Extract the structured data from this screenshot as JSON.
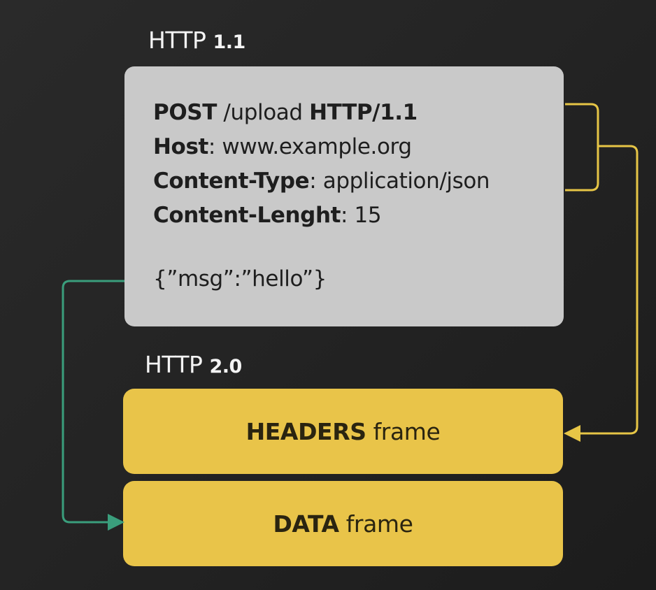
{
  "titles": {
    "http11": {
      "name": "HTTP",
      "version": "1.1"
    },
    "http20": {
      "name": "HTTP",
      "version": "2.0"
    }
  },
  "request": {
    "lines": [
      {
        "key": "POST",
        "value": " /upload ",
        "key2": "HTTP/1.1"
      },
      {
        "key": "Host",
        "value": ": www.example.org"
      },
      {
        "key": "Content-Type",
        "value": ": application/json"
      },
      {
        "key": "Content-Lenght",
        "value": ": 15"
      }
    ],
    "body": "{”msg”:”hello”}"
  },
  "frames": {
    "headers": {
      "label": "HEADERS",
      "suffix": "frame"
    },
    "data": {
      "label": "DATA",
      "suffix": "frame"
    }
  },
  "colors": {
    "background": "#262626",
    "request_box": "#c9c9c9",
    "frame": "#e9c449",
    "headers_connector": "#e6c546",
    "data_connector": "#3a9e7c"
  }
}
